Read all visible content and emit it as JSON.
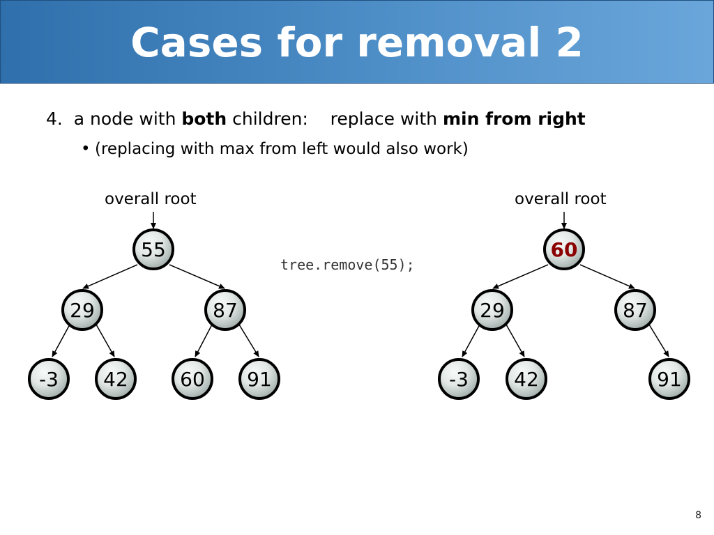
{
  "slide": {
    "title": "Cases for removal 2",
    "point": {
      "number": "4.",
      "prefix": "a node with ",
      "bold1": "both",
      "mid": " children:    replace with ",
      "bold2": "min from right"
    },
    "subpoint": "(replacing with max from left would also work)",
    "code": "tree.remove(55);",
    "page_number": "8"
  },
  "trees": {
    "before": {
      "root_label": "overall root",
      "nodes": {
        "root": "55",
        "l": "29",
        "r": "87",
        "ll": "-3",
        "lr": "42",
        "rl": "60",
        "rr": "91"
      }
    },
    "after": {
      "root_label": "overall root",
      "nodes": {
        "root": "60",
        "l": "29",
        "r": "87",
        "ll": "-3",
        "lr": "42",
        "rr": "91"
      },
      "highlight_node": "root",
      "highlight_color": "#8b0000"
    }
  },
  "colors": {
    "title_bar": "#3f7fbf",
    "node_fill_light": "#f2f5f4",
    "node_fill_dark": "#a9b5b2",
    "node_border": "#000000"
  }
}
